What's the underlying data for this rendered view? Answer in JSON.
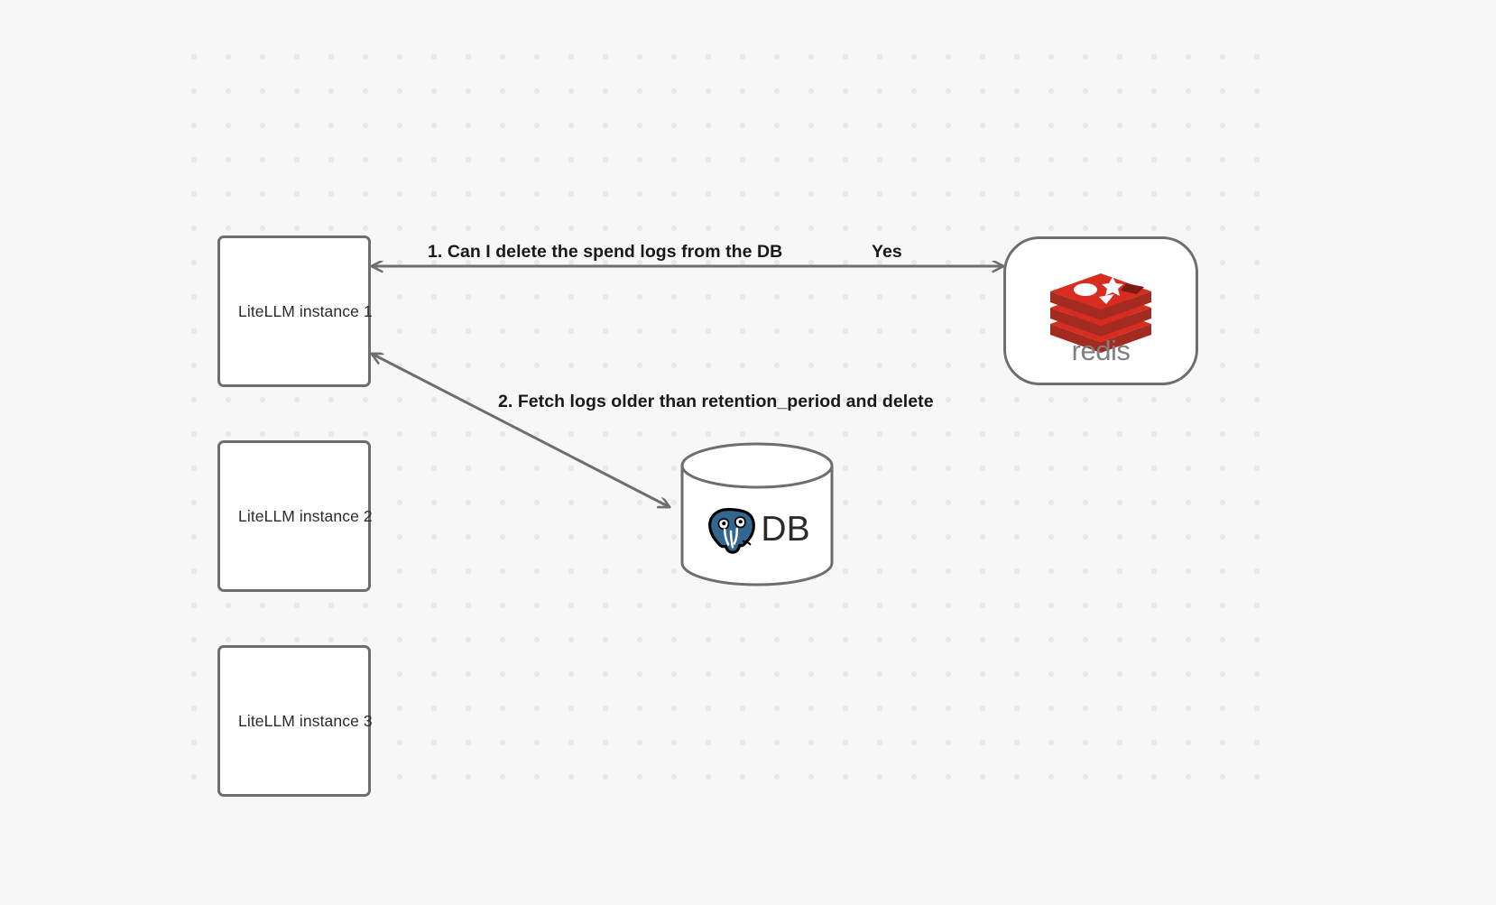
{
  "diagram": {
    "background_color": "#f7f7f7",
    "grid_dot_color": "#e7e8e9",
    "stroke_color": "#6e6e6e",
    "nodes": [
      {
        "id": "litellm-1",
        "label": "LiteLLM instance 1",
        "shape": "rect"
      },
      {
        "id": "litellm-2",
        "label": "LiteLLM instance 2",
        "shape": "rect"
      },
      {
        "id": "litellm-3",
        "label": "LiteLLM instance 3",
        "shape": "rect"
      },
      {
        "id": "redis",
        "label": "redis",
        "shape": "rounded-rect",
        "icon": "redis-logo-icon",
        "brand_color": "#d82c20",
        "wordmark_color": "#7f7f7f"
      },
      {
        "id": "db",
        "label": "DB",
        "shape": "cylinder",
        "icon": "postgresql-elephant-icon",
        "brand_color": "#336791"
      }
    ],
    "edges": [
      {
        "id": "edge-1",
        "from": "redis",
        "to": "litellm-1",
        "label": "1.  Can I delete the spend logs from the DB",
        "reply_label": "Yes",
        "arrowheads": "both"
      },
      {
        "id": "edge-2",
        "from": "db",
        "to": "litellm-1",
        "label": "2.  Fetch logs older than retention_period and delete",
        "arrowheads": "both"
      }
    ]
  }
}
